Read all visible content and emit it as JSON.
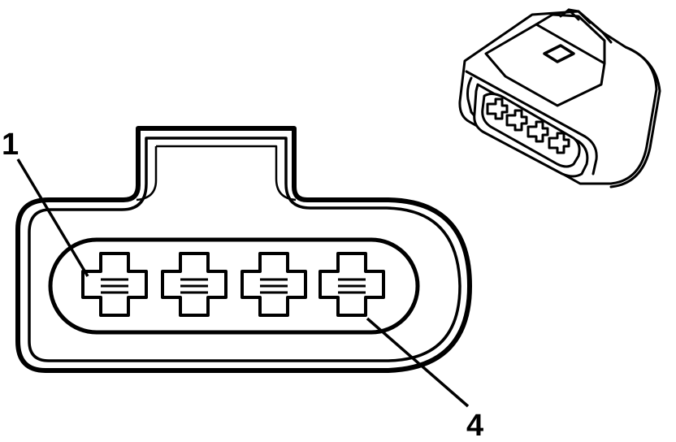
{
  "diagram": {
    "callouts": [
      {
        "label": "1",
        "target": "terminal-1"
      },
      {
        "label": "4",
        "target": "terminal-4"
      }
    ],
    "terminal_count": 4,
    "colors": {
      "line": "#000000",
      "background": "#ffffff"
    }
  }
}
